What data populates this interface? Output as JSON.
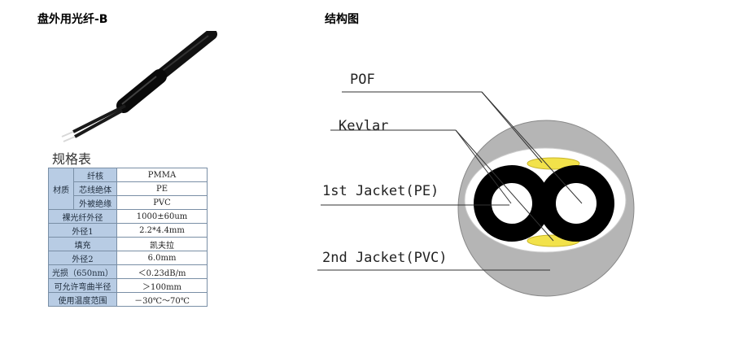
{
  "titles": {
    "left": "盘外用光纤-B",
    "right": "结构图"
  },
  "spec": {
    "heading": "规格表",
    "material_group": "材质",
    "rows": [
      {
        "sub": "纤核",
        "value": "PMMA"
      },
      {
        "sub": "芯线绝体",
        "value": "PE"
      },
      {
        "sub": "外被绝缘",
        "value": "PVC"
      },
      {
        "label": "裸光纤外径",
        "value": "1000±60um"
      },
      {
        "label": "外径1",
        "value": "2.2*4.4mm"
      },
      {
        "label": "填充",
        "value": "凯夫拉"
      },
      {
        "label": "外径2",
        "value": "6.0mm"
      },
      {
        "label": "光损（650nm）",
        "value": "＜0.23dB/m"
      },
      {
        "label": "可允许弯曲半径",
        "value": "＞100mm"
      },
      {
        "label": "使用温度范围",
        "value": "－30℃～70℃"
      }
    ]
  },
  "diagram": {
    "labels": {
      "pof": "POF",
      "kevlar": "Kevlar",
      "jacket1": "1st Jacket(PE)",
      "jacket2": "2nd Jacket(PVC)"
    },
    "colors": {
      "outer_jacket": "#b5b5b5",
      "inner_jacket": "#ffffff",
      "fiber": "#000000",
      "kevlar": "#f2e24a"
    }
  }
}
